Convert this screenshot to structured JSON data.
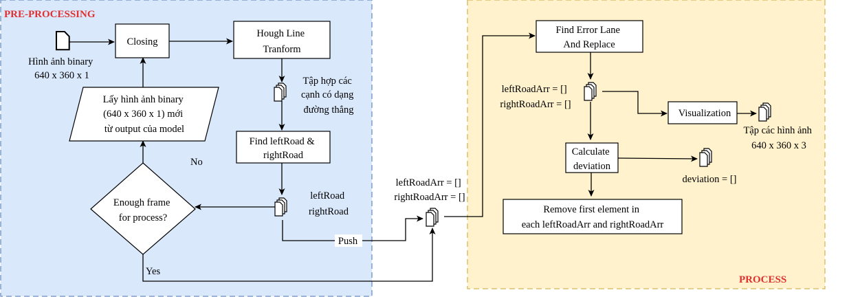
{
  "colors": {
    "preprocess_fill": "#dae8fc",
    "preprocess_border": "#6c8ebf",
    "process_fill": "#fff2cc",
    "process_border": "#d6b656",
    "zone_title": "#e03030",
    "line": "#000000"
  },
  "zones": {
    "preprocessing": "PRE-PROCESSING",
    "process": "PROCESS"
  },
  "nodes": {
    "input_doc_label": [
      "Hình ảnh binary",
      "640 x 360 x 1"
    ],
    "closing": "Closing",
    "hough": [
      "Hough Line",
      "Tranform"
    ],
    "lines_doc_label": [
      "Tập hợp các",
      "cạnh có dạng",
      "đường thẳng"
    ],
    "new_input": [
      "Lấy hình ảnh binary",
      "(640 x 360 x 1) mới",
      "từ output của model"
    ],
    "find_road": [
      "Find leftRoad &",
      "rightRoad"
    ],
    "road_doc_label": [
      "leftRoad",
      "rightRoad"
    ],
    "decision": [
      "Enough frame",
      "for process?"
    ],
    "no_label": "No",
    "yes_label": "Yes",
    "push_label": "Push",
    "arr_doc_label": [
      "leftRoadArr = []",
      "rightRoadArr = []"
    ],
    "find_error": [
      "Find Error Lane",
      "And Replace"
    ],
    "arr_doc2_label": [
      "leftRoadArr = []",
      "rightRoadArr = []"
    ],
    "visualization": "Visualization",
    "images_label": [
      "Tập các hình ảnh",
      "640 x 360 x 3"
    ],
    "calc_dev": [
      "Calculate",
      "deviation"
    ],
    "dev_label": "deviation = []",
    "remove": [
      "Remove first element in",
      "each leftRoadArr and rightRoadArr"
    ]
  },
  "icons": [
    "document-icon",
    "multi-document-icon",
    "arrow-head"
  ]
}
